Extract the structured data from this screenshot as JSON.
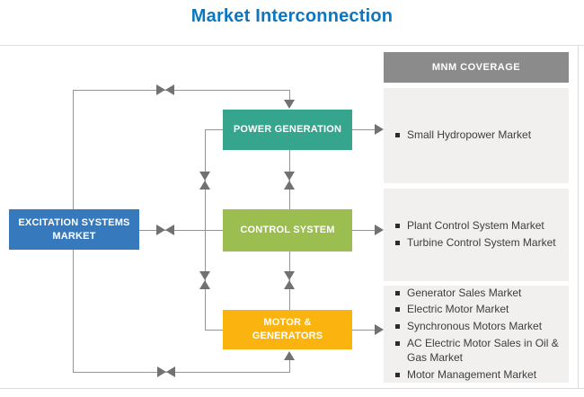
{
  "title": "Market Interconnection",
  "diagram": {
    "source_node": {
      "label": "EXCITATION SYSTEMS MARKET",
      "color": "#3779bd"
    },
    "nodes": [
      {
        "label": "POWER GENERATION",
        "color": "#35a58e"
      },
      {
        "label": "CONTROL SYSTEM",
        "color": "#9cbd50"
      },
      {
        "label": "MOTOR & GENERATORS",
        "color": "#fbb40f"
      }
    ]
  },
  "coverage": {
    "header": "MNM COVERAGE",
    "header_color": "#8b8b8b",
    "panel_color": "#f1f0ef",
    "groups": [
      {
        "items": [
          "Small Hydropower Market"
        ]
      },
      {
        "items": [
          "Plant Control System Market",
          "Turbine Control System Market"
        ]
      },
      {
        "items": [
          "Generator Sales Market",
          "Electric Motor Market",
          "Synchronous Motors Market",
          "AC Electric Motor Sales in Oil & Gas Market",
          "Motor Management Market"
        ]
      }
    ]
  },
  "colors": {
    "title": "#0d76be",
    "connector_line": "#969492",
    "arrow": "#717171"
  }
}
